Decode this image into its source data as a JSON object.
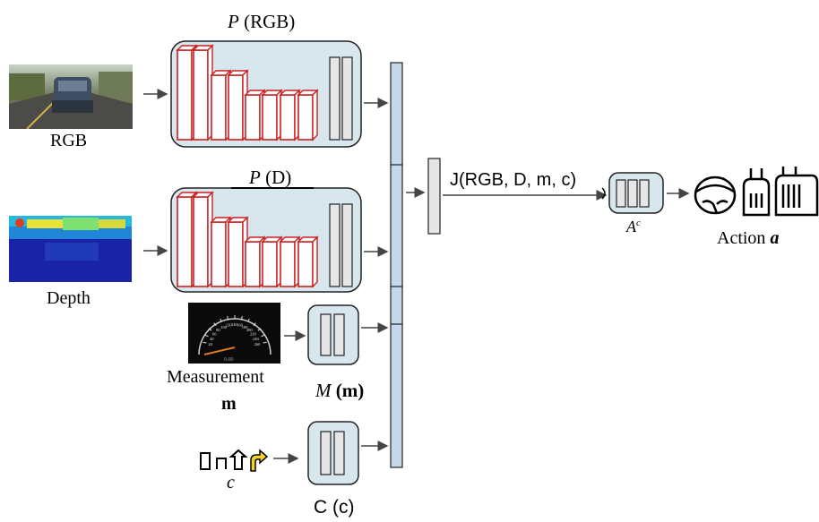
{
  "inputs": {
    "rgb_label": "RGB",
    "depth_label": "Depth",
    "measurement_label": "Measurement",
    "measurement_symbol": "m",
    "command_symbol": "c"
  },
  "modules": {
    "p_rgb": "(RGB)",
    "p_d": "(D)",
    "p_symbol": "P",
    "m_symbol": "M",
    "m_arg": "(m)",
    "c_label": "C (c)",
    "j_label": "J(RGB, D, m, c)",
    "a_symbol": "A",
    "a_superscript": "c"
  },
  "output": {
    "action_text": "Action",
    "action_symbol": "a"
  },
  "speedometer": {
    "tick_labels": [
      "20",
      "40",
      "60",
      "80",
      "100",
      "120",
      "140",
      "160",
      "180",
      "200",
      "220",
      "240",
      "260"
    ],
    "readout": "0.00"
  },
  "colors": {
    "module_fill": "#d8e6ee",
    "module_stroke": "#222222",
    "conv_stroke": "#cc1f1f",
    "fc_fill": "#e6e6e6",
    "concat_fill": "#c5d8ea",
    "command_highlight": "#f3d22a"
  }
}
